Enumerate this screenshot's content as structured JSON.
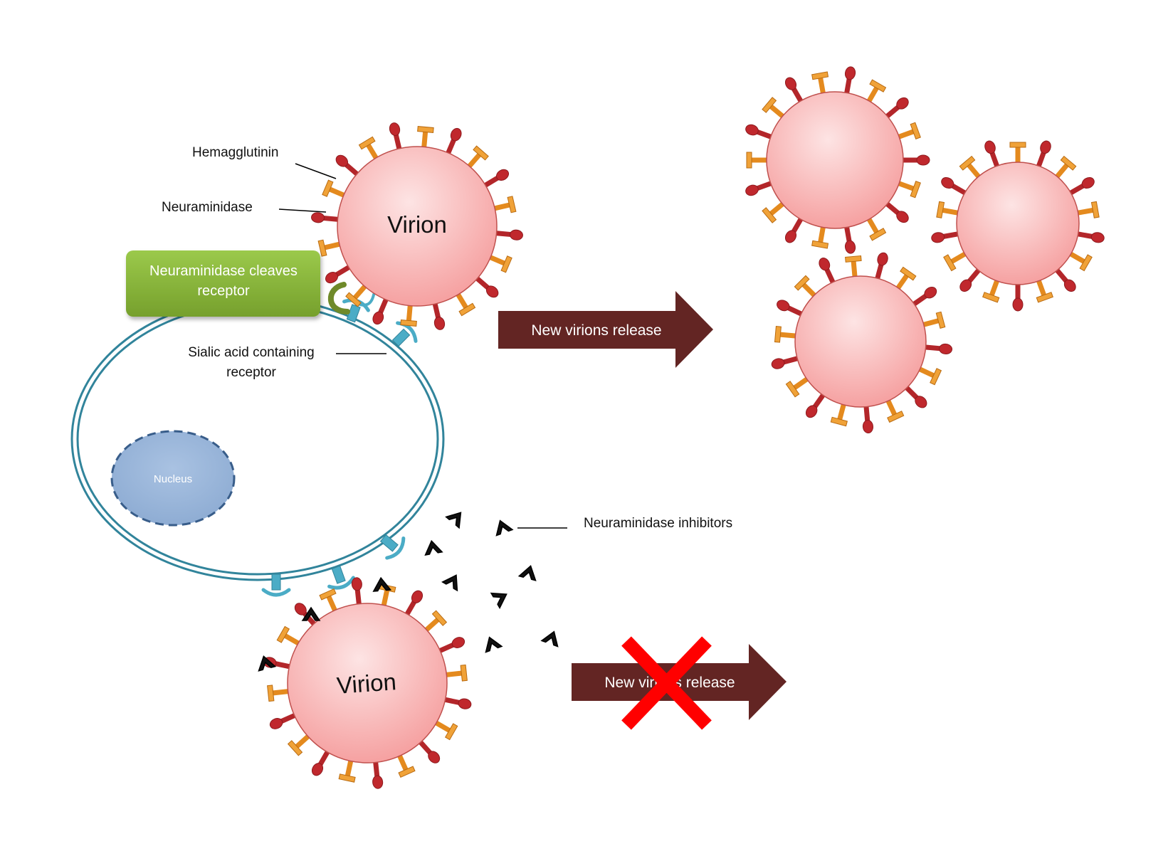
{
  "labels": {
    "hemagglutinin": "Hemagglutinin",
    "neuraminidase": "Neuraminidase",
    "cleaves_line1": "Neuraminidase cleaves",
    "cleaves_line2": "receptor",
    "sialic_line1": "Sialic acid containing",
    "sialic_line2": "receptor",
    "nucleus": "Nucleus",
    "virion_top": "Virion",
    "virion_bottom": "Virion",
    "release_top": "New virions release",
    "release_bottom": "New virions release",
    "inhibitors": "Neuraminidase inhibitors"
  },
  "colors": {
    "virion_fill": "#f8b9b9",
    "virion_edge": "#c0504d",
    "hemagglutinin": "#b3262a",
    "neuraminidase": "#e48a1e",
    "membrane": "#31849b",
    "receptor": "#4bacc6",
    "nucleus": "#95b3d7",
    "nucleus_edge": "#385d8a",
    "green_box": "#8cb83c",
    "arrow": "#632523",
    "cross": "#ff0000",
    "inhibitor": "#111111"
  }
}
